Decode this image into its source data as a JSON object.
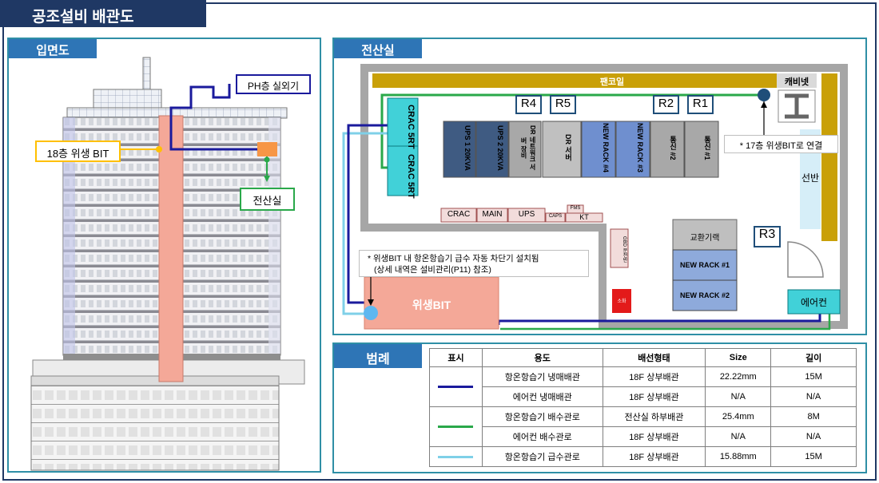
{
  "title": "공조설비 배관도",
  "elevation": {
    "tab": "입면도",
    "ph_unit": "PH층 실외기",
    "bit_18": "18층 위생 BIT",
    "server_room": "전산실"
  },
  "server_room": {
    "tab": "전산실",
    "pancoil": "팬코일",
    "cabinet": "캐비넷",
    "shelf": "선반",
    "crac_top": "CRAC 5RT",
    "crac_bottom": "CRAC 5RT",
    "r_labels": [
      "R4",
      "R5",
      "R2",
      "R1",
      "R3"
    ],
    "racks": [
      "UPS 1 20KVA",
      "UPS 2 20KVA",
      "DR 네트워크 서버 장비",
      "DR 서버",
      "NEW RACK #4",
      "NEW RACK #3",
      "통신 #2",
      "통신 #1"
    ],
    "bottom_row": [
      "CRAC",
      "MAIN",
      "UPS",
      "CAPS",
      "KT",
      "FMS"
    ],
    "exchanger": "교환기랙",
    "new_rack_1": "NEW RACK #1",
    "new_rack_2": "NEW RACK #2",
    "small_panel": "GBD 분전반",
    "red_box": "소화",
    "aircon": "에어컨",
    "bit": "위생BIT",
    "note_bit_link": "* 17층 위생BIT로 연결",
    "note_line1": "* 위생BIT 내 항온항습기 급수 자동 차단기 설치됨",
    "note_line2": "(상세 내역은 설비관리(P11) 참조)"
  },
  "legend": {
    "tab": "범례",
    "headers": [
      "표시",
      "용도",
      "배선형태",
      "Size",
      "길이"
    ],
    "rows": [
      {
        "usage": "항온항습기 냉매배관",
        "type": "18F 상부배관",
        "size": "22.22mm",
        "length": "15M"
      },
      {
        "usage": "에어컨 냉매배관",
        "type": "18F 상부배관",
        "size": "N/A",
        "length": "N/A"
      },
      {
        "usage": "항온항습기 배수관로",
        "type": "전산실 하부배관",
        "size": "25.4mm",
        "length": "8M"
      },
      {
        "usage": "에어컨 배수관로",
        "type": "18F 상부배관",
        "size": "N/A",
        "length": "N/A"
      },
      {
        "usage": "항온항습기 급수관로",
        "type": "18F 상부배관",
        "size": "15.88mm",
        "length": "15M"
      }
    ],
    "colors": {
      "refrigerant": "#1a1a9c",
      "drain": "#2aa84a",
      "supply": "#7fd0e8"
    }
  }
}
